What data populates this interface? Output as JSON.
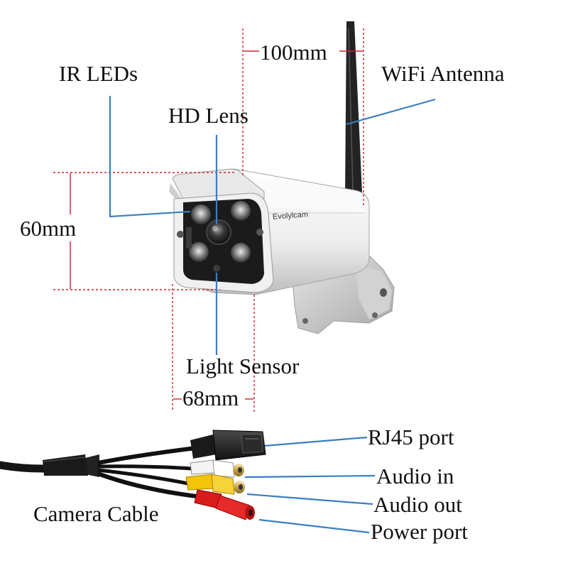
{
  "labels": {
    "ir_leds": "IR LEDs",
    "hd_lens": "HD Lens",
    "wifi_antenna": "WiFi Antenna",
    "light_sensor": "Light Sensor",
    "rj45_port": "RJ45 port",
    "audio_in": "Audio in",
    "audio_out": "Audio out",
    "power_port": "Power port",
    "camera_cable": "Camera Cable"
  },
  "dimensions": {
    "width_top": "100mm",
    "height": "60mm",
    "width_bottom": "68mm"
  },
  "brand": "Evolylcam",
  "colors": {
    "callout_line": "#3a7fc0",
    "dimension_line": "#cc2233",
    "camera_body": "#f2f2f2",
    "camera_face": "#1c1c1c",
    "antenna": "#222222",
    "rca_white": "#f4f4f4",
    "rca_yellow": "#f2c40a",
    "rca_red": "#e02020"
  }
}
